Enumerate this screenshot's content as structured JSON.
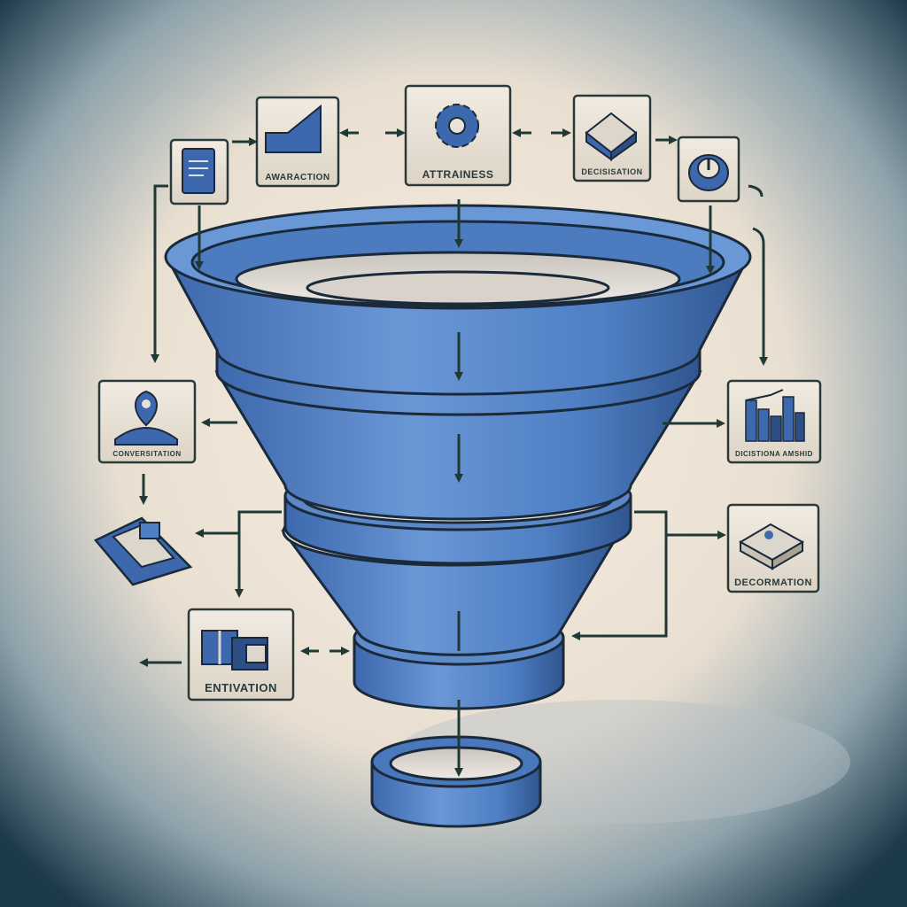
{
  "colors": {
    "vignette_dark": "#1d3a4a",
    "paper": "#f3e9dc",
    "funnel_blue": "#4f7fc4",
    "funnel_dark": "#2d4f86",
    "ink": "#1f3a35",
    "box_fill": "#e9e2d6"
  },
  "nodes": {
    "top_left_doc": {
      "label": "",
      "icon": "document-icon"
    },
    "top_awareness_left": {
      "label": "AWARACTION",
      "icon": "ramp-chart-icon"
    },
    "top_center": {
      "label": "ATTRAINESS",
      "icon": "gear-icon"
    },
    "top_right": {
      "label": "DECISISATION",
      "icon": "package-icon"
    },
    "top_far_right": {
      "label": "",
      "icon": "power-dial-icon"
    },
    "mid_left": {
      "label": "CONVERSITATION",
      "icon": "location-person-icon"
    },
    "mid_right": {
      "label": "DICISTIONA AMSHID",
      "icon": "bar-chart-icon"
    },
    "lower_left_loose": {
      "label": "",
      "icon": "envelope-pad-icon"
    },
    "lower_right": {
      "label": "DECORMATION",
      "icon": "box-icon"
    },
    "bottom_left": {
      "label": "ENTIVATION",
      "icon": "gift-boxes-icon"
    }
  }
}
